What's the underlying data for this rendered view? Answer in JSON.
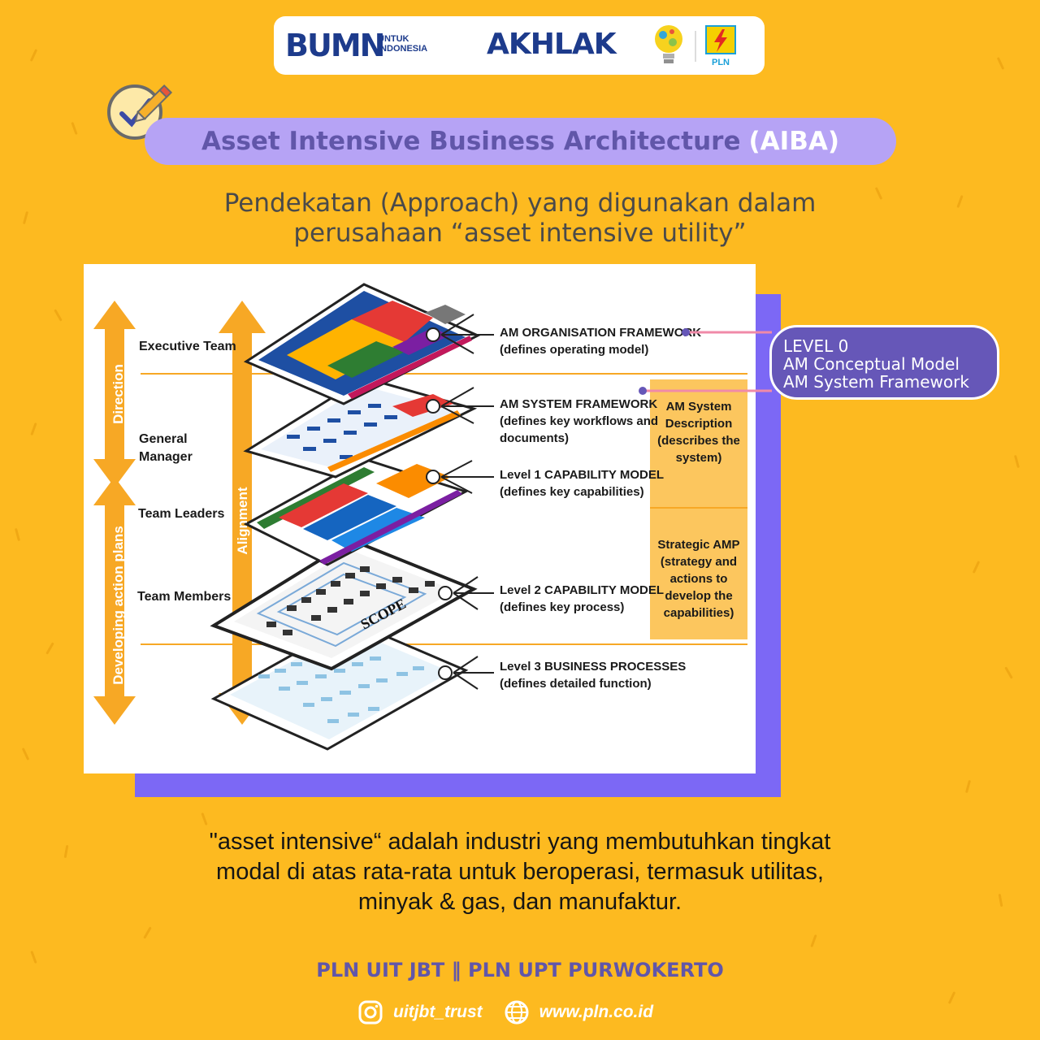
{
  "header": {
    "bumn_logo": "BUMN",
    "bumn_sub_line1": "UNTUK",
    "bumn_sub_line2": "INDONESIA",
    "akhlak_logo": "AKHLAK",
    "pln_logo_text": "PLN"
  },
  "title": {
    "main": "Asset Intensive Business Architecture",
    "abbr": "(AIBA)"
  },
  "subtitle": {
    "line1": "Pendekatan (Approach) yang digunakan dalam",
    "line2": "perusahaan “asset intensive utility”"
  },
  "diagram": {
    "side_arrows": {
      "direction": "Direction",
      "developing": "Developing action plans",
      "alignment": "Alignment"
    },
    "roles": {
      "executive": "Executive Team",
      "gm1": "General",
      "gm2": "Manager",
      "leaders": "Team Leaders",
      "members": "Team Members"
    },
    "levels": {
      "org_title": "AM ORGANISATION FRAMEWORK",
      "org_desc": "(defines operating model)",
      "sys_title": "AM SYSTEM FRAMEWORK",
      "sys_desc1": "(defines key workflows and",
      "sys_desc2": "documents)",
      "l1_title": "Level 1 CAPABILITY MODEL",
      "l1_desc": "(defines key capabilities)",
      "l2_title": "Level 2 CAPABILITY MODEL",
      "l2_desc": "(defines key process)",
      "l3_title": "Level 3 BUSINESS PROCESSES",
      "l3_desc": "(defines detailed function)"
    },
    "boxes": {
      "system_desc": [
        "AM System",
        "Description",
        "(describes the",
        "system)"
      ],
      "strategic": [
        "Strategic AMP",
        "(strategy and",
        "actions to",
        "develop the",
        "capabilities)"
      ]
    },
    "scope_label": "SCOPE"
  },
  "level0": {
    "line1": "LEVEL 0",
    "line2": "AM Conceptual Model",
    "line3": "AM System Framework"
  },
  "description": {
    "line1": "\"asset intensive“ adalah industri yang membutuhkan tingkat",
    "line2": "modal di atas rata-rata untuk beroperasi, termasuk utilitas,",
    "line3": "minyak & gas, dan manufaktur."
  },
  "footer": {
    "org": "PLN UIT JBT ‖ PLN UPT PURWOKERTO",
    "instagram": "uitjbt_trust",
    "website": "www.pln.co.id"
  },
  "colors": {
    "background": "#FDBA20",
    "accent_purple": "#7C68F5",
    "title_pill": "#B6A3F5",
    "title_text": "#6156A9",
    "level0_fill": "#6657B8",
    "arrow_orange": "#F7A825",
    "layer_orange": "#FCC65E"
  }
}
